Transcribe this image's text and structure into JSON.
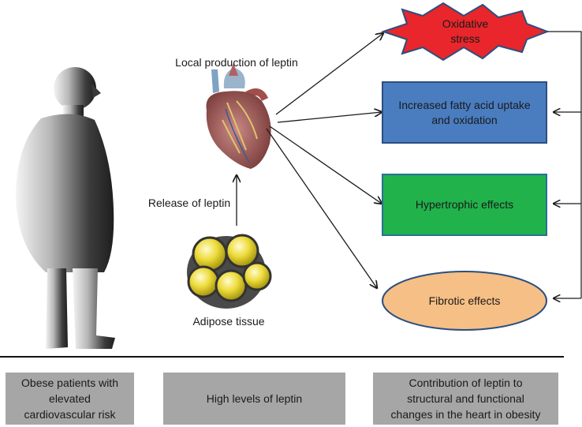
{
  "labels": {
    "local_production": "Local production of leptin",
    "release": "Release of leptin",
    "adipose": "Adipose tissue"
  },
  "effects": {
    "oxidative": "Oxidative\nstress",
    "fatty_acid": "Increased fatty acid uptake\nand oxidation",
    "hypertrophic": "Hypertrophic effects",
    "fibrotic": "Fibrotic effects"
  },
  "footer": {
    "left": "Obese patients with\nelevated\ncardiovascular risk",
    "middle": "High levels of leptin",
    "right": "Contribution of leptin to\nstructural and functional\nchanges in the heart in obesity"
  },
  "colors": {
    "oxidative_fill": "#e8262b",
    "fatty_acid_fill": "#4a7cc0",
    "hypertrophic_fill": "#21b24b",
    "fibrotic_fill": "#f6bf85",
    "footer_fill": "#a6a6a6",
    "fat_cell": "#e8d531"
  },
  "icons": [
    "silhouette-person",
    "heart-anatomy",
    "adipocyte-cluster"
  ]
}
